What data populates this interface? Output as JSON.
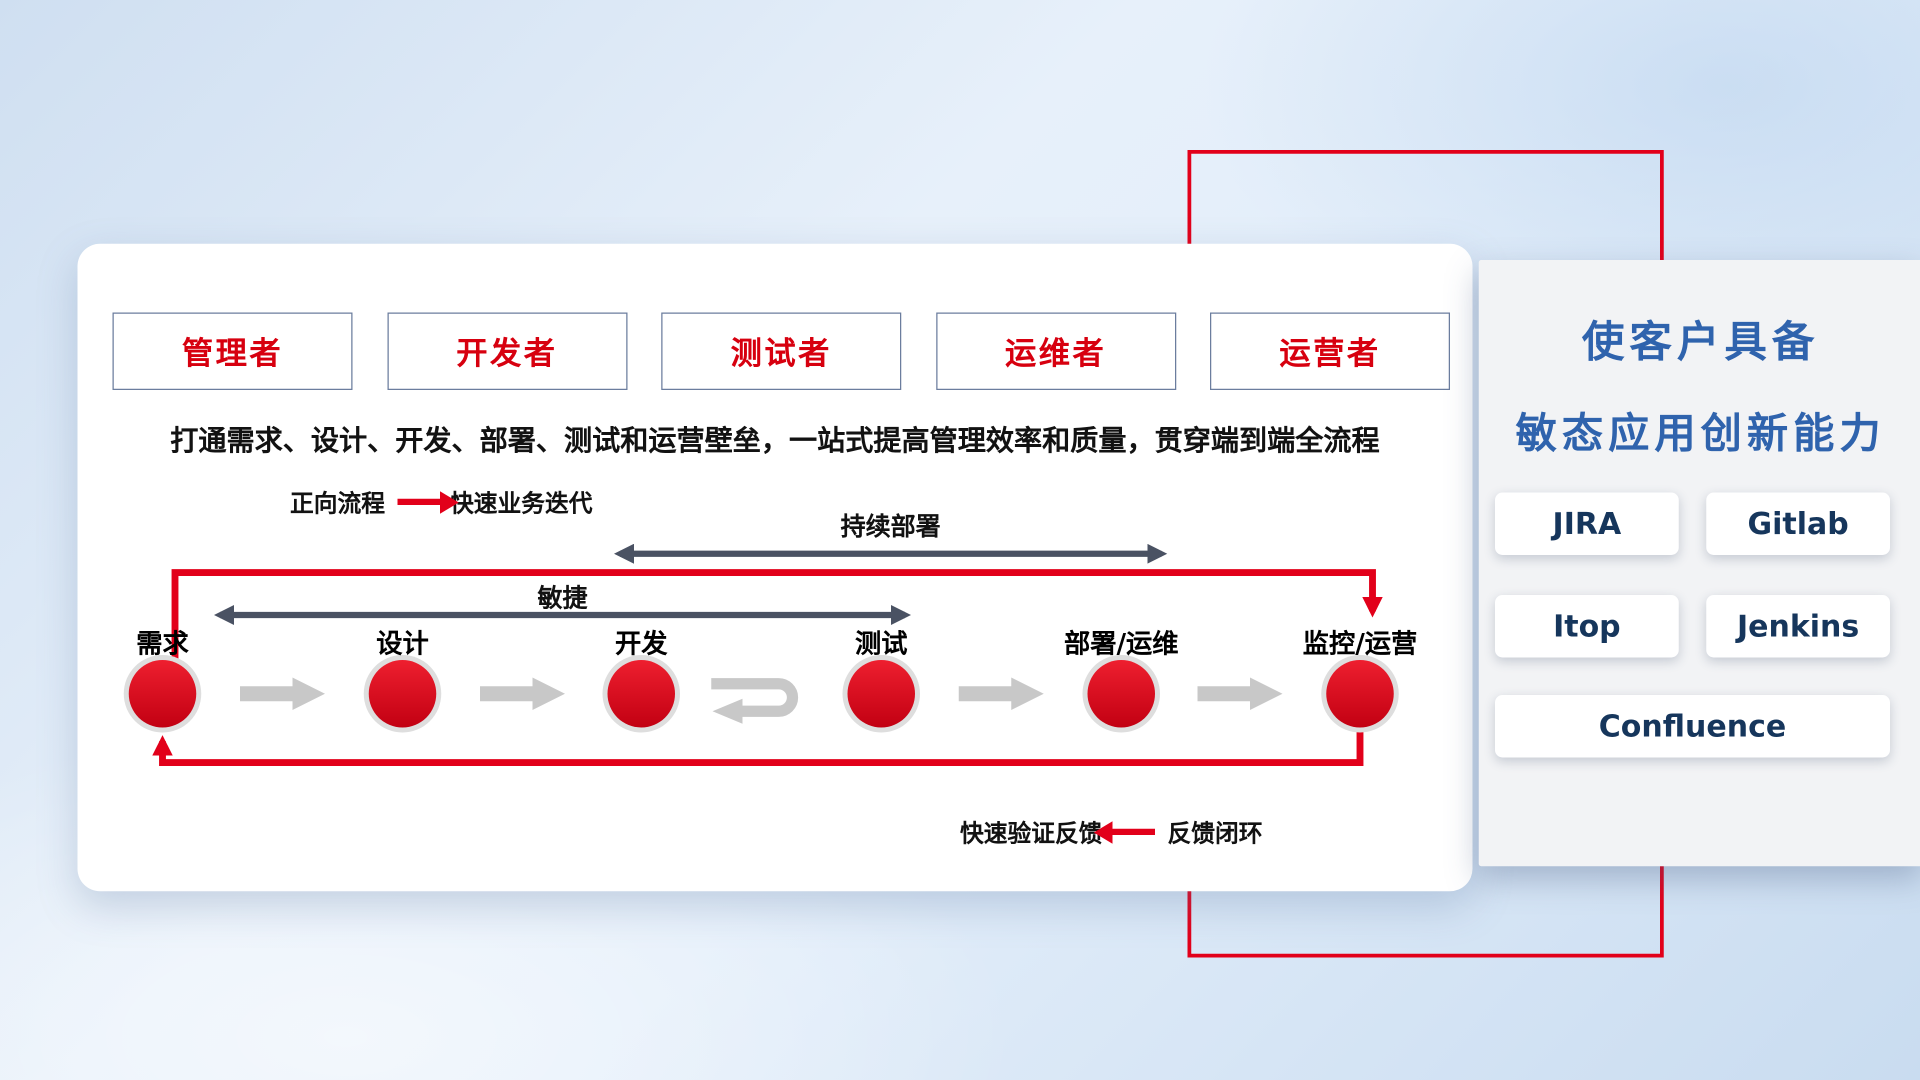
{
  "colors": {
    "accent_red": "#e2001a",
    "node_red": "#d7000f",
    "title_blue": "#2f63ad",
    "tool_navy": "#16365c",
    "dark_arrow": "#4a5263",
    "gray_arrow": "#c8c8c8"
  },
  "roles": [
    "管理者",
    "开发者",
    "测试者",
    "运维者",
    "运营者"
  ],
  "subtitle": "打通需求、设计、开发、部署、测试和运营壁垒，一站式提高管理效率和质量，贯穿端到端全流程",
  "forward_legend": {
    "label": "正向流程",
    "desc": "快速业务迭代"
  },
  "feedback_legend": {
    "desc": "快速验证反馈",
    "label": "反馈闭环"
  },
  "flow": {
    "cd_label": "持续部署",
    "agile_label": "敏捷",
    "nodes": [
      "需求",
      "设计",
      "开发",
      "测试",
      "部署/运维",
      "监控/运营"
    ]
  },
  "right_panel": {
    "title_line1": "使客户具备",
    "title_line2": "敏态应用创新能力",
    "tools": [
      "JIRA",
      "Gitlab",
      "Itop",
      "Jenkins",
      "Confluence"
    ]
  }
}
